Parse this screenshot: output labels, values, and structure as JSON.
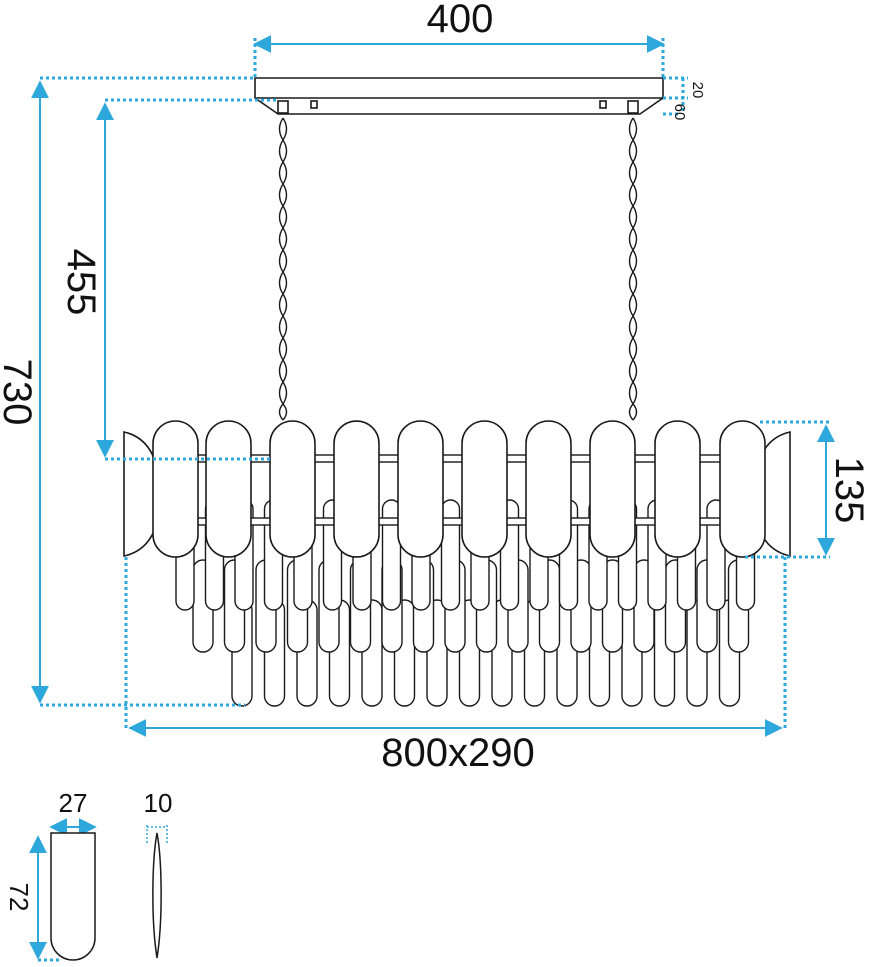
{
  "dimensions": {
    "canopy_width": "400",
    "canopy_thickness": "20",
    "canopy_drop": "60",
    "hanging_height": "455",
    "total_height": "730",
    "body_height": "135",
    "body_size": "800x290",
    "crystal_width": "27",
    "crystal_height": "72",
    "crystal_thickness": "10"
  },
  "colors": {
    "dimension_line": "#2ea7dc",
    "drawing_line": "#1a1a1a",
    "text": "#111111"
  }
}
